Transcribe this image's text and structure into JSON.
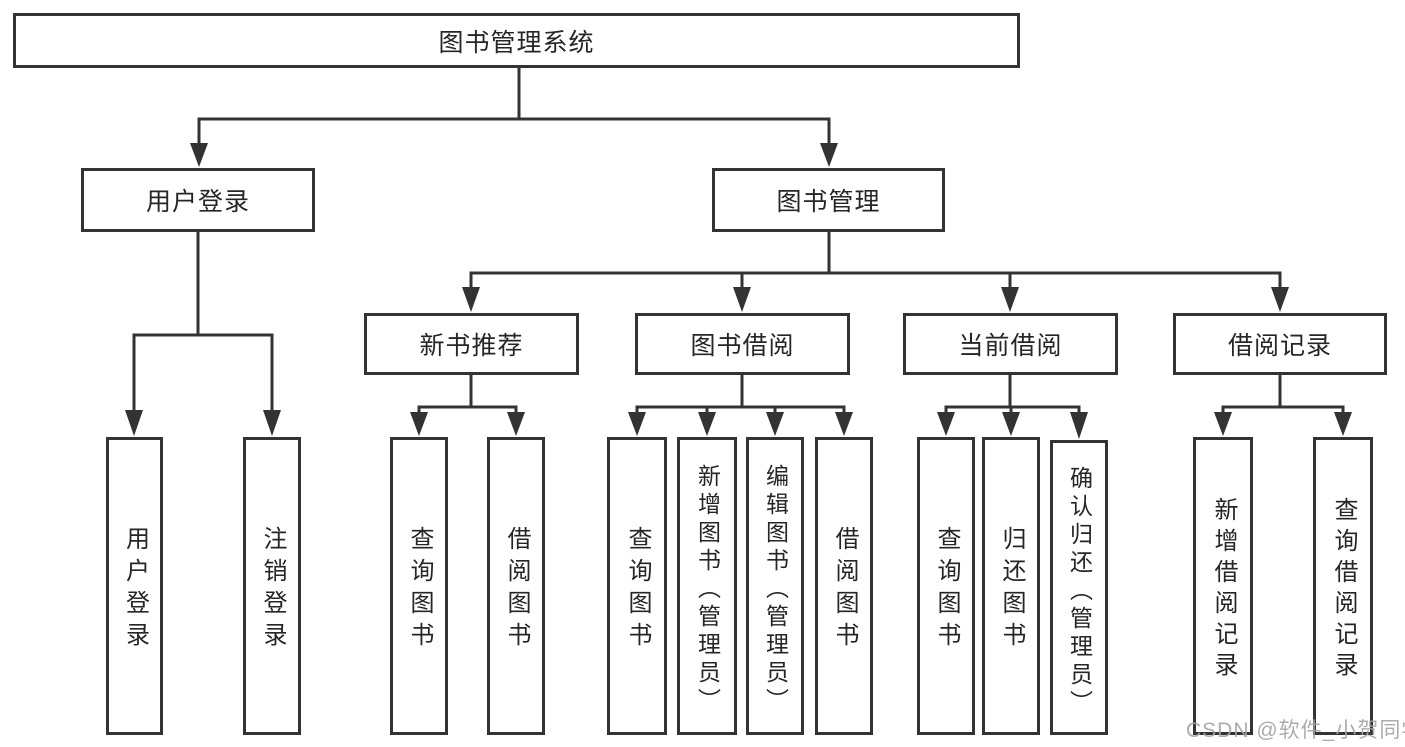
{
  "tree": {
    "label": "图书管理系统",
    "children": [
      {
        "label": "用户登录",
        "children": [
          {
            "label": "用户登录"
          },
          {
            "label": "注销登录"
          }
        ]
      },
      {
        "label": "图书管理",
        "children": [
          {
            "label": "新书推荐",
            "children": [
              {
                "label": "查询图书"
              },
              {
                "label": "借阅图书"
              }
            ]
          },
          {
            "label": "图书借阅",
            "children": [
              {
                "label": "查询图书"
              },
              {
                "label": "新增图书（管理员）"
              },
              {
                "label": "编辑图书（管理员）"
              },
              {
                "label": "借阅图书"
              }
            ]
          },
          {
            "label": "当前借阅",
            "children": [
              {
                "label": "查询图书"
              },
              {
                "label": "归还图书"
              },
              {
                "label": "确认归还（管理员）"
              }
            ]
          },
          {
            "label": "借阅记录",
            "children": [
              {
                "label": "新增借阅记录"
              },
              {
                "label": "查询借阅记录"
              }
            ]
          }
        ]
      }
    ]
  },
  "watermark": {
    "text": "CSDN @软件_小贺同学"
  },
  "colors": {
    "line": "#333333",
    "box_border": "#333333",
    "box_fill": "#ffffff",
    "text": "#262626",
    "watermark": "#a5a5a5",
    "background": "#ffffff"
  }
}
